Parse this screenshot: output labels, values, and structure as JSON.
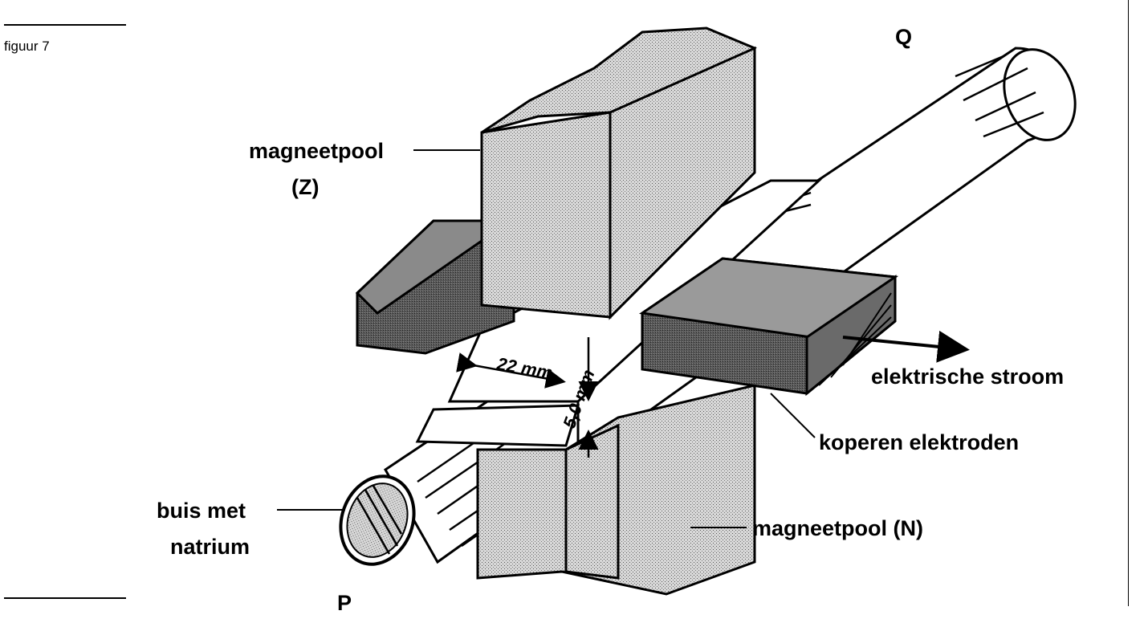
{
  "figure": {
    "caption": "figuur 7"
  },
  "labels": {
    "pole_top": "magneetpool",
    "pole_top_sub": "(Z)",
    "pole_bottom": "magneetpool (N)",
    "tube_line1": "buis met",
    "tube_line2": "natrium",
    "current": "elektrische stroom",
    "electrodes": "koperen elektroden",
    "point_p": "P",
    "point_q": "Q"
  },
  "dimensions": {
    "width": "22 mm",
    "height": "5,0 mm"
  },
  "colors": {
    "ink": "#000000",
    "magnet_fill": "#c8c8c8",
    "electrode_fill": "#555555",
    "background": "#ffffff"
  }
}
